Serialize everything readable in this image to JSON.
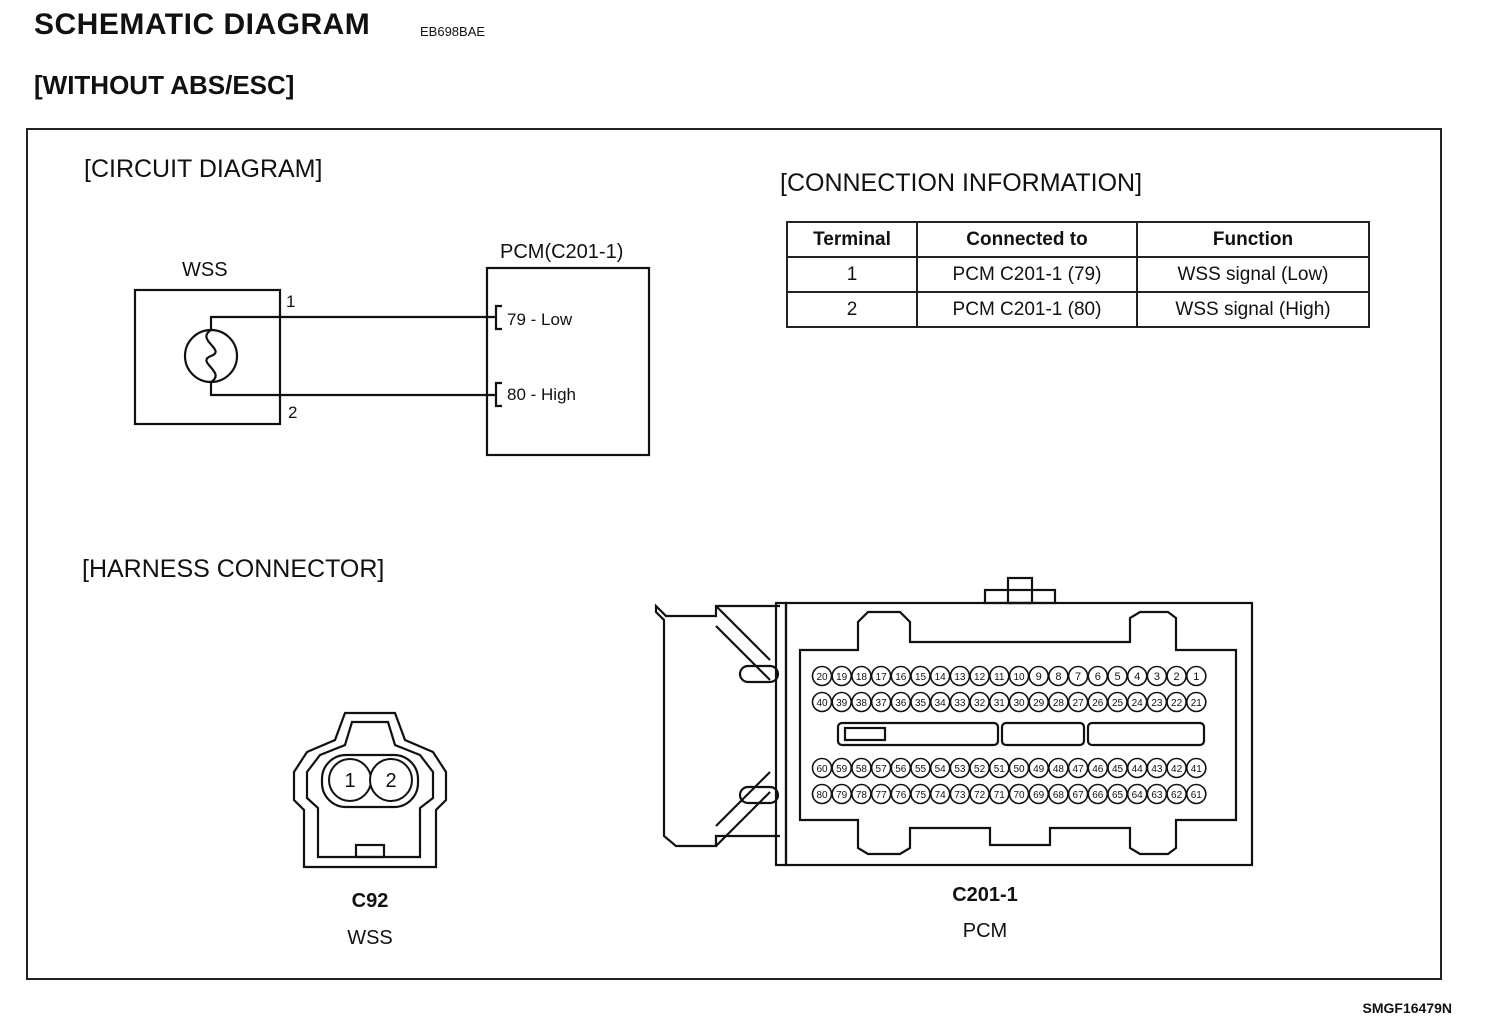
{
  "header": {
    "title": "SCHEMATIC DIAGRAM",
    "code": "EB698BAE",
    "subtitle": "[WITHOUT ABS/ESC]"
  },
  "circuit": {
    "heading": "[CIRCUIT DIAGRAM]",
    "sensor_label": "WSS",
    "pcm_label": "PCM(C201-1)",
    "pin1": "1",
    "pin2": "2",
    "term_low": "79 - Low",
    "term_high": "80 - High"
  },
  "connection": {
    "heading": "[CONNECTION INFORMATION]",
    "columns": [
      "Terminal",
      "Connected to",
      "Function"
    ],
    "rows": [
      [
        "1",
        "PCM C201-1 (79)",
        "WSS signal (Low)"
      ],
      [
        "2",
        "PCM C201-1 (80)",
        "WSS signal (High)"
      ]
    ]
  },
  "harness": {
    "heading": "[HARNESS CONNECTOR]",
    "c92": {
      "id": "C92",
      "name": "WSS",
      "pins": [
        "1",
        "2"
      ]
    },
    "c201": {
      "id": "C201-1",
      "name": "PCM",
      "row1": [
        "20",
        "19",
        "18",
        "17",
        "16",
        "15",
        "14",
        "13",
        "12",
        "11",
        "10",
        "9",
        "8",
        "7",
        "6",
        "5",
        "4",
        "3",
        "2",
        "1"
      ],
      "row2": [
        "40",
        "39",
        "38",
        "37",
        "36",
        "35",
        "34",
        "33",
        "32",
        "31",
        "30",
        "29",
        "28",
        "27",
        "26",
        "25",
        "24",
        "23",
        "22",
        "21"
      ],
      "row3": [
        "60",
        "59",
        "58",
        "57",
        "56",
        "55",
        "54",
        "53",
        "52",
        "51",
        "50",
        "49",
        "48",
        "47",
        "46",
        "45",
        "44",
        "43",
        "42",
        "41"
      ],
      "row4": [
        "80",
        "79",
        "78",
        "77",
        "76",
        "75",
        "74",
        "73",
        "72",
        "71",
        "70",
        "69",
        "68",
        "67",
        "66",
        "65",
        "64",
        "63",
        "62",
        "61"
      ]
    }
  },
  "footer": {
    "code": "SMGF16479N"
  }
}
